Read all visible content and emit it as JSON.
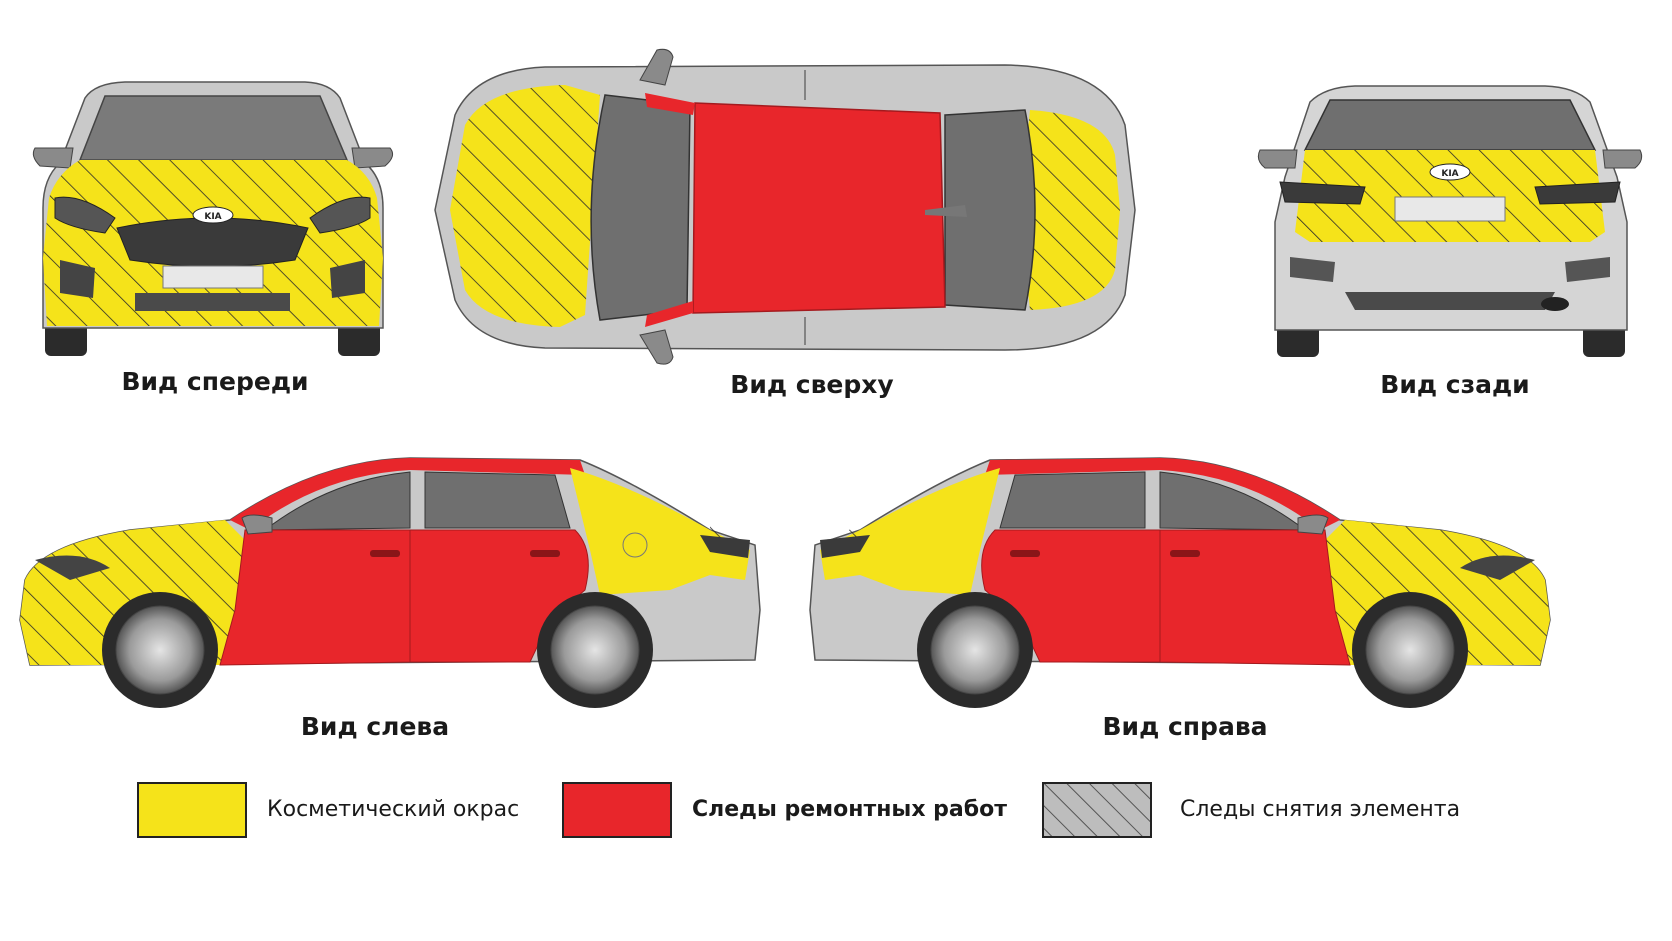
{
  "views": {
    "front": {
      "label": "Вид спереди"
    },
    "top": {
      "label": "Вид сверху"
    },
    "rear": {
      "label": "Вид сзади"
    },
    "left": {
      "label": "Вид слева"
    },
    "right": {
      "label": "Вид справа"
    }
  },
  "badge": "KIA",
  "legend": [
    {
      "label": "Косметический окрас",
      "color": "#f5e31a"
    },
    {
      "label": "Следы ремонтных работ",
      "color": "#e8262b"
    },
    {
      "label": "Следы снятия элемента",
      "color": "#bdbdbd"
    }
  ],
  "colors": {
    "yellow": "#f5e31a",
    "red": "#e8262b",
    "gray": "#c9c9c9",
    "dark": "#3a3a3a",
    "glass": "#7a7a7a"
  }
}
